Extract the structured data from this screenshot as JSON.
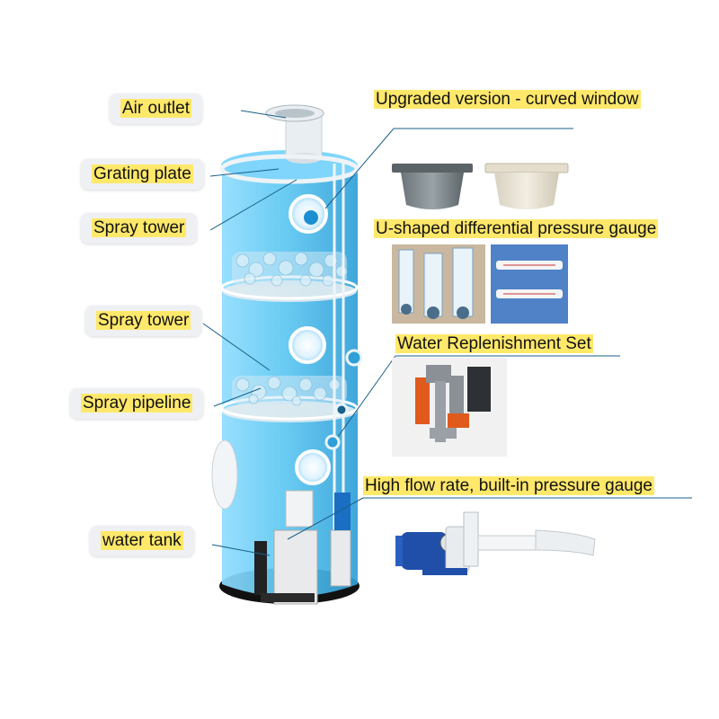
{
  "left_labels": {
    "air_outlet": "Air outlet",
    "grating_plate": "Grating plate",
    "spray_tower_1": "Spray tower",
    "spray_tower_2": "Spray tower",
    "spray_pipeline": "Spray pipeline",
    "water_tank": "water tank"
  },
  "right_labels": {
    "curved_window": "Upgraded version - curved window",
    "pressure_gauge": "U-shaped differential pressure gauge",
    "replenishment": "Water Replenishment Set",
    "pump": "High flow rate, built-in pressure gauge"
  },
  "colors": {
    "tower": "#5ec8f2",
    "tower_dark": "#2f9fd8",
    "label_highlight": "#ffe86a",
    "label_box": "#eef0f4",
    "leader_line": "#1a5f8a",
    "pump_motor": "#1f4fa8",
    "valve_orange": "#e05a1c"
  },
  "icons": [
    "air-outlet-pipe-icon",
    "grating-plate-icon",
    "curved-window-icon",
    "pump-icon",
    "valve-icon"
  ]
}
